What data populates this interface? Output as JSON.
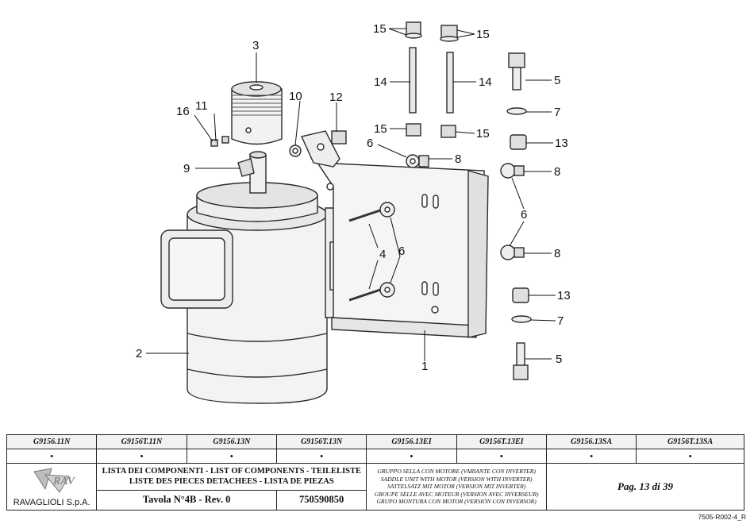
{
  "callouts": [
    "1",
    "2",
    "3",
    "4",
    "5",
    "6",
    "7",
    "8",
    "9",
    "10",
    "11",
    "12",
    "13",
    "14",
    "15",
    "16"
  ],
  "models": [
    "G9156.11N",
    "G9156T.11N",
    "G9156.13N",
    "G9156T.13N",
    "G9156.13EI",
    "G9156T.13EI",
    "G9156.13SA",
    "G9156T.13SA"
  ],
  "applies_mark": "•",
  "footer": {
    "brand": "RAVAGLIOLI S.p.A.",
    "title_line1": "LISTA DEI COMPONENTI - LIST OF COMPONENTS - TEILELISTE",
    "title_line2": "LISTE DES PIECES DETACHEES - LISTA DE PIEZAS",
    "tavola": "Tavola N°4B - Rev. 0",
    "code": "750590850",
    "desc": [
      "GRUPPO SELLA CON MOTORE (VARIANTE CON INVERTER)",
      "SADDLE UNIT WITH MOTOR (VERSION WITH INVERTER)",
      "SATTELSATZ MIT MOTOR (VERSION MIT INVERTER)",
      "GROUPE SELLE AVEC MOTEUR (VERSION AVEC INVERSEUR)",
      "GRUPO MONTURA CON MOTOR (VERSIÓN CON INVERSOR)"
    ],
    "page": "Pag. 13 di 39",
    "docref": "7505-R002-4_R"
  }
}
